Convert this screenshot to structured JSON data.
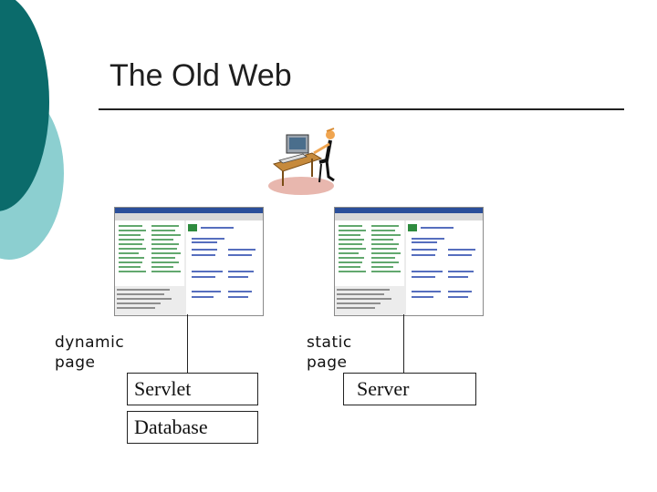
{
  "slide": {
    "title": "The Old Web"
  },
  "labels": {
    "dynamic": "dynamic\npage",
    "static": "static\npage"
  },
  "boxes": {
    "servlet": "Servlet",
    "database": "Database",
    "server": "Server"
  },
  "colors": {
    "teal_dark": "#0b6b6b",
    "teal_light": "#8ccfd0",
    "browser_green": "#2e8b3e",
    "browser_blue": "#1f3fa8"
  },
  "icons": {
    "clipart": "person-at-computer-icon",
    "browser": "browser-screenshot-icon"
  }
}
